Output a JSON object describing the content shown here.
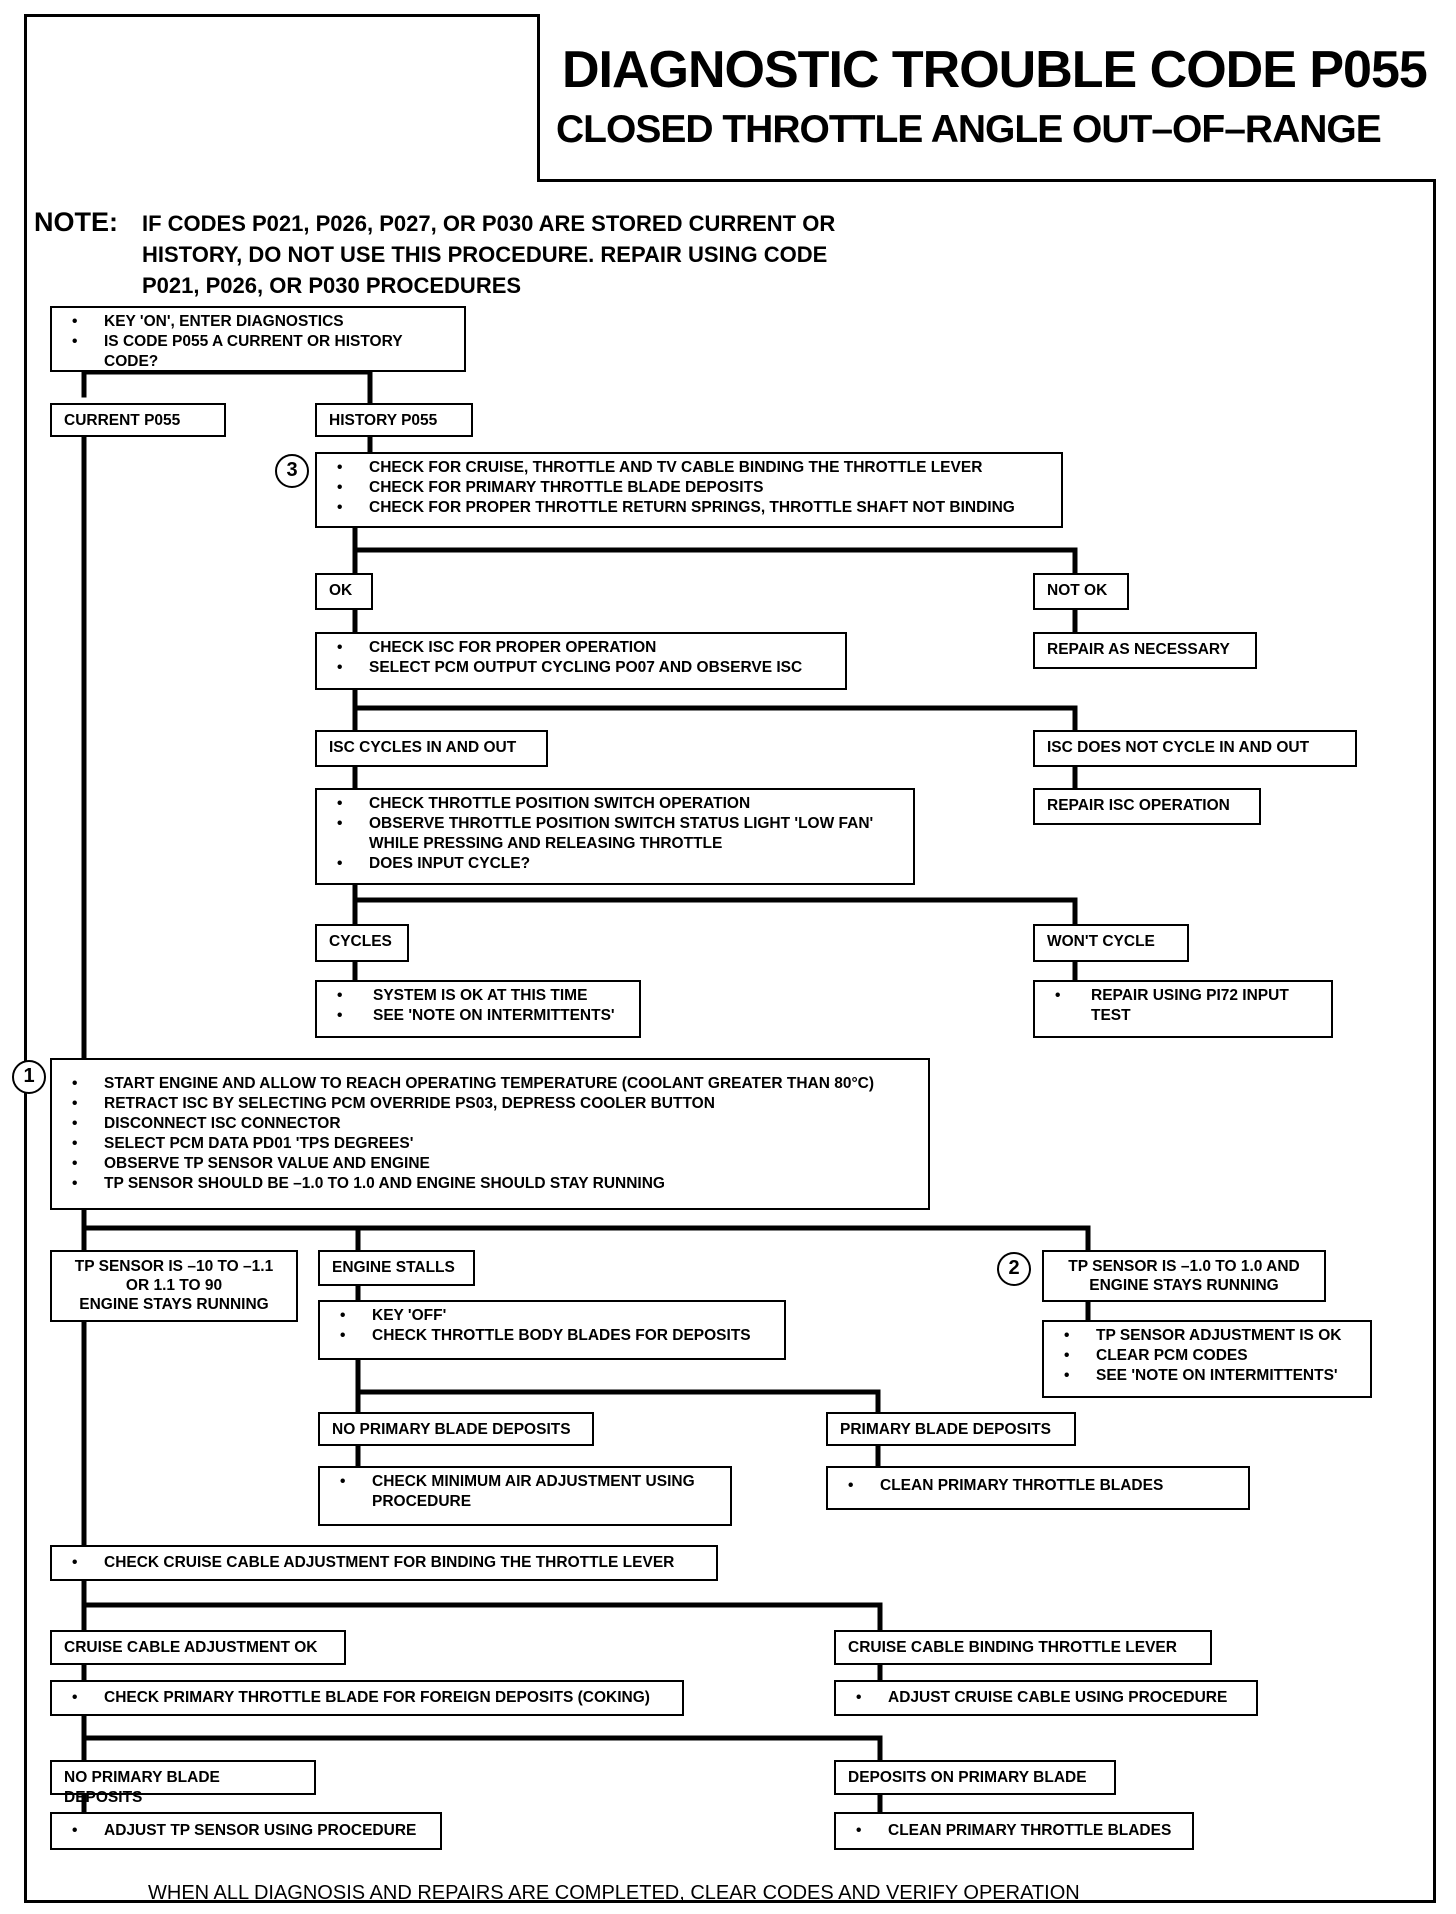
{
  "title": "DIAGNOSTIC TROUBLE CODE P055",
  "subtitle": "CLOSED THROTTLE ANGLE  OUT–OF–RANGE",
  "note": {
    "label": "NOTE:",
    "text": "IF CODES P021, P026, P027, OR P030 ARE STORED CURRENT OR HISTORY, DO NOT USE THIS PROCEDURE. REPAIR USING CODE P021, P026, OR P030 PROCEDURES"
  },
  "steps": {
    "start": [
      "KEY 'ON', ENTER DIAGNOSTICS",
      "IS CODE P055 A CURRENT OR HISTORY CODE?"
    ],
    "current": "CURRENT P055",
    "history": "HISTORY  P055",
    "cable_check": [
      "CHECK FOR CRUISE, THROTTLE AND TV CABLE BINDING THE THROTTLE LEVER",
      "CHECK FOR PRIMARY THROTTLE BLADE DEPOSITS",
      "CHECK FOR PROPER THROTTLE RETURN SPRINGS, THROTTLE SHAFT NOT BINDING"
    ],
    "ok": "OK",
    "not_ok": "NOT OK",
    "repair_necessary": "REPAIR AS NECESSARY",
    "isc_check": [
      "CHECK ISC FOR PROPER OPERATION",
      "SELECT PCM OUTPUT CYCLING PO07 AND OBSERVE ISC"
    ],
    "isc_cycles": "ISC CYCLES IN AND OUT",
    "isc_not_cycle": "ISC DOES NOT CYCLE IN AND OUT",
    "repair_isc": "REPAIR ISC OPERATION",
    "tps_check": [
      "CHECK THROTTLE    POSITION  SWITCH OPERATION",
      "OBSERVE THROTTLE  POSITION SWITCH STATUS LIGHT 'LOW FAN'\nWHILE PRESSING AND RELEASING THROTTLE",
      "DOES INPUT CYCLE?"
    ],
    "cycles": "CYCLES",
    "wont_cycle": "WON'T CYCLE",
    "system_ok": [
      "SYSTEM IS OK AT THIS TIME",
      "SEE 'NOTE ON INTERMITTENTS'"
    ],
    "repair_pi72": [
      "REPAIR USING PI72 INPUT\nTEST"
    ],
    "engine_check": [
      "START ENGINE AND ALLOW TO REACH OPERATING TEMPERATURE (COOLANT  GREATER THAN  80°C)",
      "RETRACT ISC BY SELECTING PCM OVERRIDE PS03, DEPRESS COOLER BUTTON",
      "DISCONNECT  ISC CONNECTOR",
      "SELECT PCM DATA PD01 'TPS DEGREES'",
      "OBSERVE TP SENSOR VALUE AND ENGINE",
      "TP SENSOR SHOULD BE –1.0 TO 1.0 AND ENGINE SHOULD STAY RUNNING"
    ],
    "tp_out_range": "TP SENSOR IS –10 TO –1.1\nOR 1.1 TO 90\nENGINE STAYS RUNNING",
    "engine_stalls": "ENGINE STALLS",
    "tp_in_range": "TP SENSOR IS –1.0 TO 1.0 AND\nENGINE STAYS RUNNING",
    "key_off": [
      "KEY 'OFF'",
      "CHECK THROTTLE BODY BLADES FOR DEPOSITS"
    ],
    "tp_ok": [
      "TP SENSOR ADJUSTMENT IS OK",
      "CLEAR PCM CODES",
      "SEE 'NOTE ON INTERMITTENTS'"
    ],
    "no_primary_deposits": "NO PRIMARY BLADE DEPOSITS",
    "primary_deposits": "PRIMARY BLADE DEPOSITS",
    "min_air": [
      "CHECK MINIMUM AIR ADJUSTMENT USING\nPROCEDURE"
    ],
    "clean_blades_1": [
      "CLEAN PRIMARY THROTTLE BLADES"
    ],
    "cruise_check": [
      "CHECK CRUISE CABLE ADJUSTMENT FOR BINDING THE THROTTLE LEVER"
    ],
    "cruise_ok": "CRUISE CABLE ADJUSTMENT OK",
    "cruise_binding": "CRUISE CABLE BINDING THROTTLE LEVER",
    "check_coking": [
      "CHECK PRIMARY THROTTLE BLADE FOR FOREIGN DEPOSITS (COKING)"
    ],
    "adjust_cruise": [
      "ADJUST CRUISE CABLE USING PROCEDURE"
    ],
    "no_primary_deposits_2": "NO PRIMARY BLADE DEPOSITS",
    "deposits_on_blade": "DEPOSITS ON PRIMARY BLADE",
    "adjust_tp": [
      "ADJUST TP SENSOR USING PROCEDURE"
    ],
    "clean_blades_2": [
      "CLEAN PRIMARY THROTTLE BLADES"
    ]
  },
  "markers": {
    "m1": "1",
    "m2": "2",
    "m3": "3"
  },
  "footer": "WHEN ALL DIAGNOSIS AND REPAIRS ARE COMPLETED, CLEAR CODES AND VERIFY OPERATION"
}
